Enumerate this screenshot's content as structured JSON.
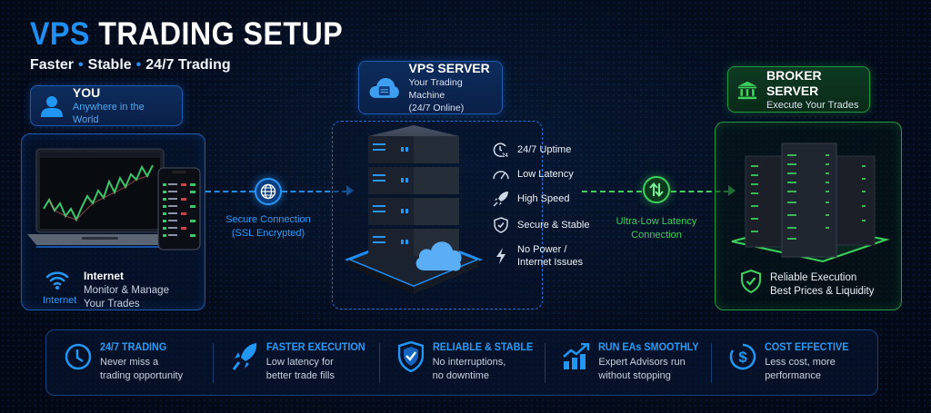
{
  "header": {
    "title_accent": "VPS",
    "title_rest": "TRADING SETUP",
    "subtitle_parts": [
      "Faster",
      "Stable",
      "24/7 Trading"
    ],
    "subtitle_separator": "•"
  },
  "you": {
    "icon": "user-icon",
    "title": "YOU",
    "subtitle": "Anywhere in the World",
    "devices": [
      "laptop-trading-chart",
      "phone-watchlist"
    ],
    "internet_icon": "wifi-icon",
    "internet_icon_label": "Internet",
    "internet_title": "Internet",
    "internet_desc_line1": "Monitor & Manage",
    "internet_desc_line2": "Your Trades"
  },
  "connection_secure": {
    "icon": "globe-icon",
    "line1": "Secure Connection",
    "line2": "(SSL Encrypted)"
  },
  "vps": {
    "icon": "cloud-server-icon",
    "title": "VPS SERVER",
    "subtitle_line1": "Your Trading Machine",
    "subtitle_line2": "(24/7 Online)",
    "features": [
      {
        "icon": "clock-24-icon",
        "line1": "24/7 Uptime",
        "line2": ""
      },
      {
        "icon": "speedometer-icon",
        "line1": "Low Latency",
        "line2": ""
      },
      {
        "icon": "rocket-icon",
        "line1": "High Speed",
        "line2": ""
      },
      {
        "icon": "shield-check-icon",
        "line1": "Secure & Stable",
        "line2": ""
      },
      {
        "icon": "lightning-icon",
        "line1": "No Power /",
        "line2": "Internet Issues"
      }
    ]
  },
  "connection_fast": {
    "icon": "up-down-arrows-icon",
    "line1": "Ultra-Low Latency",
    "line2": "Connection"
  },
  "broker": {
    "icon": "bank-icon",
    "title": "BROKER SERVER",
    "subtitle": "Execute Your Trades",
    "badge_icon": "shield-check-icon",
    "line1": "Reliable Execution",
    "line2": "Best Prices & Liquidity"
  },
  "benefits": [
    {
      "icon": "clock-icon",
      "title": "24/7 TRADING",
      "line1": "Never miss a",
      "line2": "trading opportunity"
    },
    {
      "icon": "rocket-icon",
      "title": "FASTER EXECUTION",
      "line1": "Low latency for",
      "line2": "better trade fills"
    },
    {
      "icon": "shield-check-icon",
      "title": "RELIABLE & STABLE",
      "line1": "No interruptions,",
      "line2": "no downtime"
    },
    {
      "icon": "growth-chart-icon",
      "title": "RUN EAs SMOOTHLY",
      "line1": "Expert Advisors run",
      "line2": "without stopping"
    },
    {
      "icon": "dollar-icon",
      "title": "COST EFFECTIVE",
      "line1": "Less cost, more",
      "line2": "performance"
    }
  ],
  "colors": {
    "accent_blue": "#1f8ff5",
    "accent_green": "#3fd15d",
    "background": "#040c1c"
  }
}
